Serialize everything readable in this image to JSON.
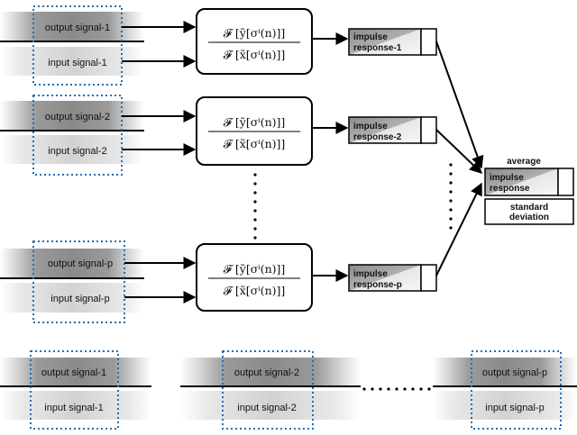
{
  "signals_left": [
    {
      "output": "output signal-1",
      "input": "input signal-1"
    },
    {
      "output": "output signal-2",
      "input": "input signal-2"
    },
    {
      "output": "output signal-p",
      "input": "input signal-p"
    }
  ],
  "transform": {
    "numerator": "𝓕 [ỹ[σⁱ(n)]]",
    "denominator": "𝓕 [x̃[σⁱ(n)]]"
  },
  "impulse_blocks": [
    {
      "line1": "impulse",
      "line2": "response-1"
    },
    {
      "line1": "impulse",
      "line2": "response-2"
    },
    {
      "line1": "impulse",
      "line2": "response-p"
    }
  ],
  "result": {
    "heading": "average",
    "line1": "impulse",
    "line2": "response",
    "std_line1": "standard",
    "std_line2": "deviation"
  },
  "signals_bottom": [
    {
      "output": "output signal-1",
      "input": "input signal-1"
    },
    {
      "output": "output signal-2",
      "input": "input signal-2"
    },
    {
      "output": "output signal-p",
      "input": "input signal-p"
    }
  ],
  "colors": {
    "dotted_box": "#1f6fb2",
    "output_band_dark": "#8c8c8c",
    "input_band_light": "#d6d6d6"
  }
}
